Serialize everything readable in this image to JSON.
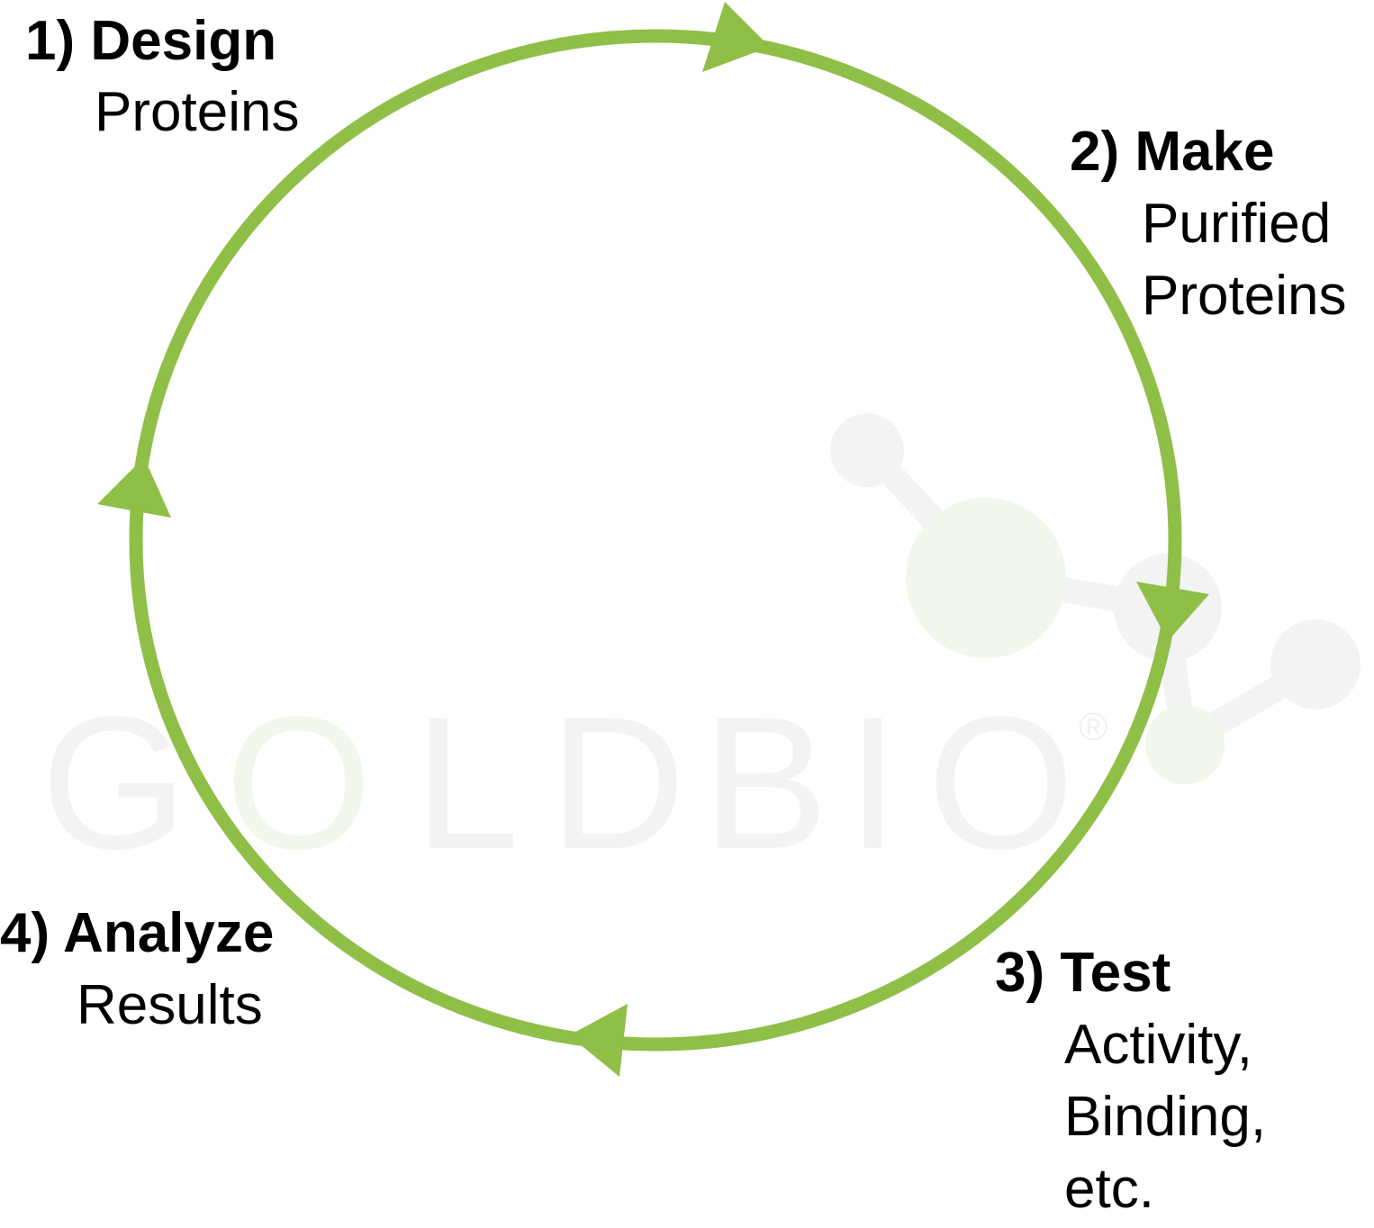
{
  "colors": {
    "cycle": "#8fbf47",
    "watermark_gray": "#f3f3f3",
    "watermark_green": "#f1f7ea"
  },
  "watermark": {
    "text": "GOLDBIO",
    "mark": "®"
  },
  "steps": [
    {
      "title": "1) Design",
      "lines": [
        "Proteins"
      ]
    },
    {
      "title": "2) Make",
      "lines": [
        "Purified",
        "Proteins"
      ]
    },
    {
      "title": "3) Test",
      "lines": [
        "Activity,",
        "Binding,",
        "etc."
      ]
    },
    {
      "title": "4) Analyze",
      "lines": [
        "Results"
      ]
    }
  ]
}
